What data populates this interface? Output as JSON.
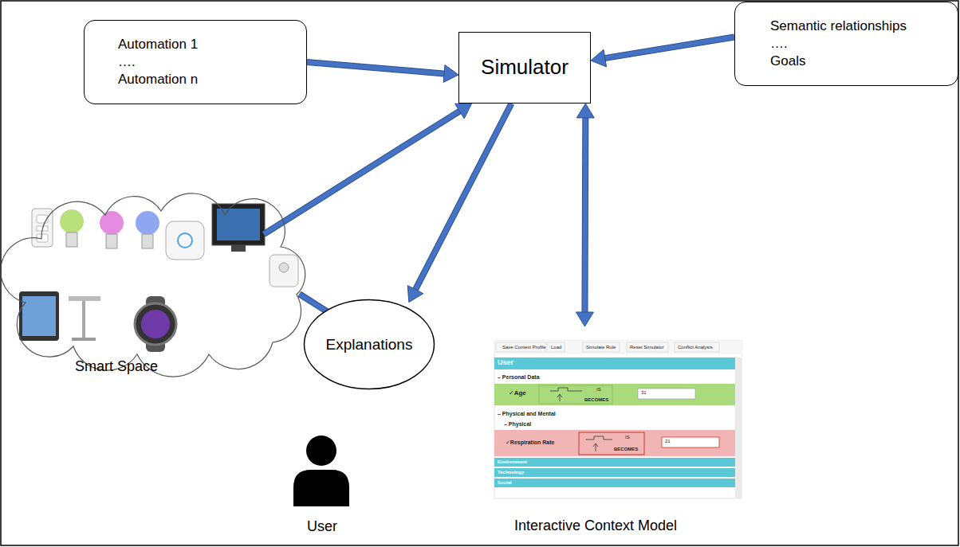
{
  "diagram": {
    "nodes": [
      {
        "text": [
          "Automation 1",
          "….",
          "Automation n"
        ]
      },
      {
        "text": [
          "Semantic relationships",
          "….",
          "Goals"
        ]
      },
      {
        "text": [
          "Simulator"
        ]
      },
      {
        "text": [
          "Smart Space"
        ]
      },
      {
        "text": [
          "Explanations"
        ]
      },
      {
        "text": [
          "Interactive Context Model"
        ]
      }
    ],
    "edges": [
      {
        "from": 0,
        "to": 2,
        "arrow": "to"
      },
      {
        "from": 1,
        "to": 2,
        "arrow": "to"
      },
      {
        "from": 3,
        "to": 2,
        "arrow": "to"
      },
      {
        "from": 2,
        "to": 4,
        "arrow": "to"
      },
      {
        "from": 3,
        "to": 4,
        "arrow": "to"
      },
      {
        "from": 2,
        "to": 5,
        "arrow": "both"
      }
    ],
    "labels": [
      "Save Context Profile",
      "Load",
      "Simulate Rule",
      "Reset Simulator",
      "Conflict Analysis",
      "User",
      "– Personal Data",
      "✓Age",
      "IS",
      "BECOMES",
      "31",
      "– Physical and Mental",
      "– Physical",
      "✓Respiration Rate",
      "IS",
      "BECOMES",
      "21",
      "Environment",
      "Technology",
      "Social",
      "User"
    ]
  }
}
